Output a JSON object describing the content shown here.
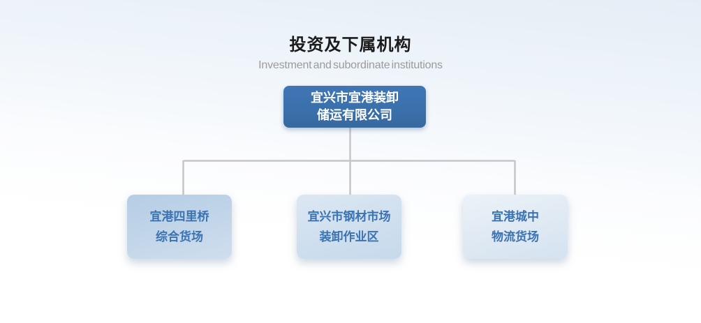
{
  "header": {
    "title": "投资及下属机构",
    "subtitle": "Investment and subordinate institutions"
  },
  "org": {
    "root": {
      "line1": "宜兴市宜港装卸",
      "line2": "储运有限公司"
    },
    "children": [
      {
        "line1": "宜港四里桥",
        "line2": "综合货场"
      },
      {
        "line1": "宜兴市钢材市场",
        "line2": "装卸作业区"
      },
      {
        "line1": "宜港城中",
        "line2": "物流货场"
      }
    ]
  },
  "colors": {
    "root_box_blue": "#3b71ad",
    "child_text_blue": "#3a72b2",
    "connector_gray": "#c6c6c6",
    "title_text": "#1b1b1b",
    "subtitle_text": "#9b9b9b"
  }
}
